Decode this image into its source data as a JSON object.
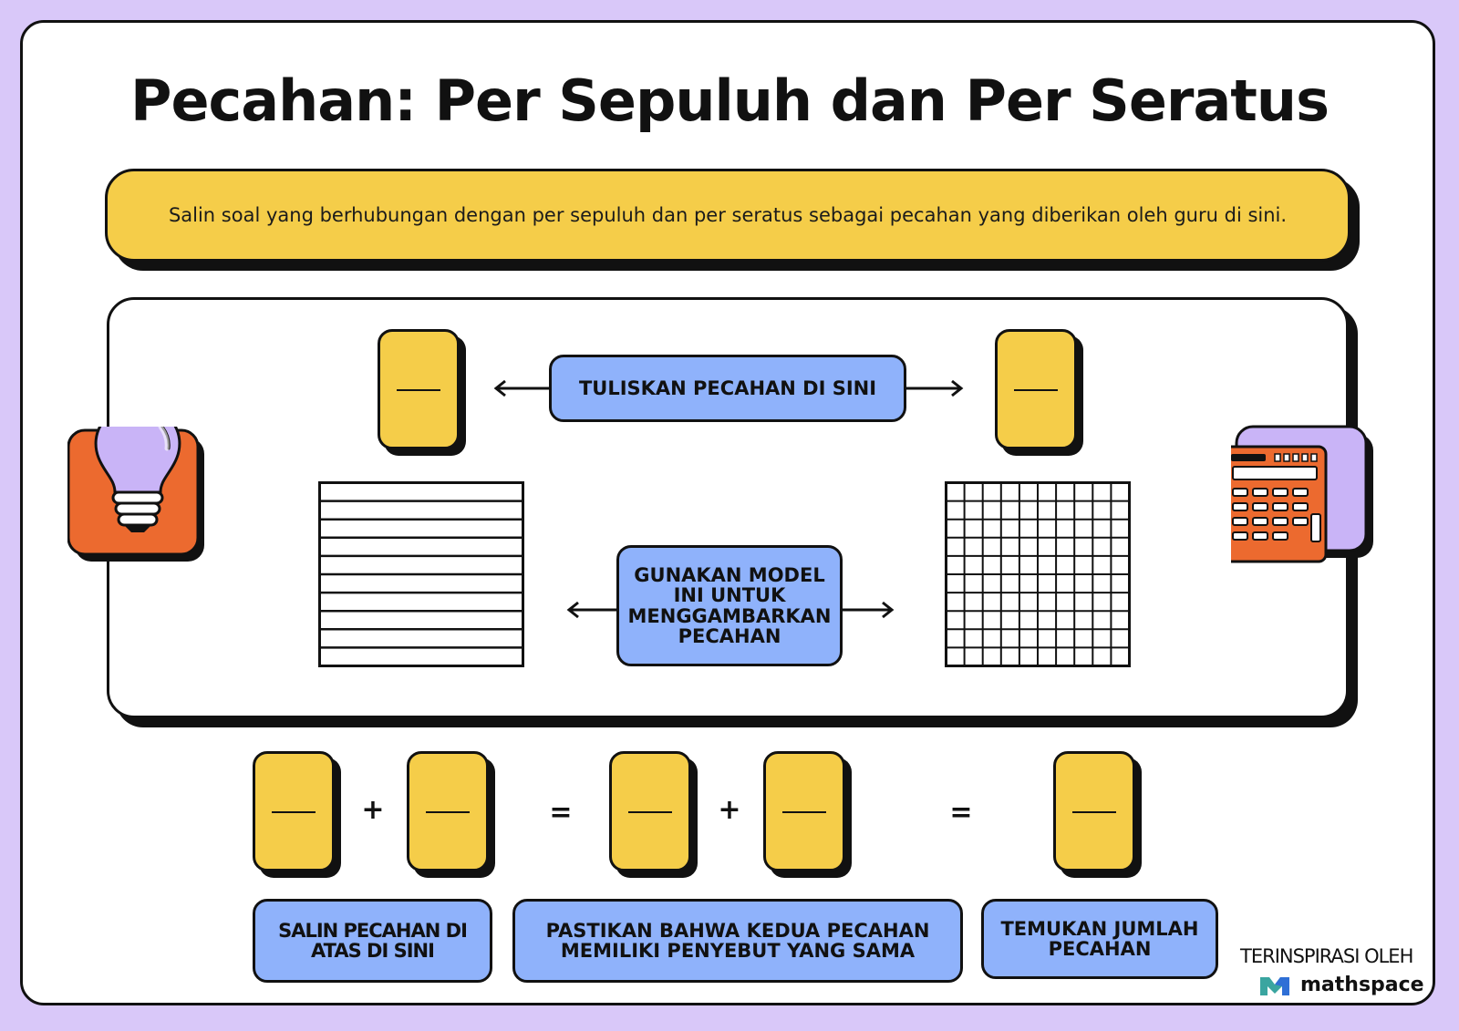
{
  "title": "Pecahan: Per Sepuluh dan Per Seratus",
  "banner_text": "Salin soal yang berhubungan dengan per sepuluh dan per seratus sebagai pecahan yang diberikan oleh guru di sini.",
  "model_section": {
    "write_label": "TULISKAN PECAHAN DI SINI",
    "model_label": "GUNAKAN MODEL INI UNTUK MENGGAMBARKAN PECAHAN"
  },
  "equation": {
    "plus_1": "+",
    "equals_1": "=",
    "plus_2": "+",
    "equals_2": "="
  },
  "steps": {
    "copy": "SALIN PECAHAN DI ATAS DI SINI",
    "denominator": "PASTIKAN BAHWA KEDUA PECAHAN MEMILIKI PENYEBUT YANG SAMA",
    "sum": "TEMUKAN JUMLAH PECAHAN"
  },
  "footer": {
    "inspired": "TERINSPIRASI OLEH",
    "brand": "mathspace"
  },
  "colors": {
    "background": "#d9c8f9",
    "yellow": "#f5cd49",
    "blue": "#8fb2fb",
    "orange": "#ec6a2f",
    "lilac": "#c9b4f7"
  },
  "icons": [
    "lightbulb-icon",
    "calculator-icon",
    "mathspace-logo-icon"
  ]
}
